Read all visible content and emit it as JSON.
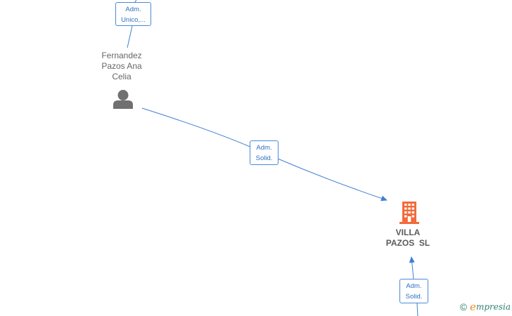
{
  "nodes": {
    "person": {
      "name_lines": [
        "Fernandez",
        "Pazos Ana",
        "Celia"
      ],
      "icon": "person-icon"
    },
    "company": {
      "name_lines": [
        "VILLA",
        "PAZOS  SL"
      ],
      "icon": "building-icon",
      "color": "#f26b3a"
    }
  },
  "edges": {
    "top": {
      "lines": [
        "Adm.",
        "Unico,..."
      ]
    },
    "middle": {
      "lines": [
        "Adm.",
        "Solid."
      ]
    },
    "bottom": {
      "lines": [
        "Adm.",
        "Solid."
      ]
    }
  },
  "colors": {
    "edge": "#3f7fd2",
    "person_icon": "#707070"
  },
  "brand": {
    "copyright": "©",
    "e": "e",
    "rest": "mpresia"
  }
}
